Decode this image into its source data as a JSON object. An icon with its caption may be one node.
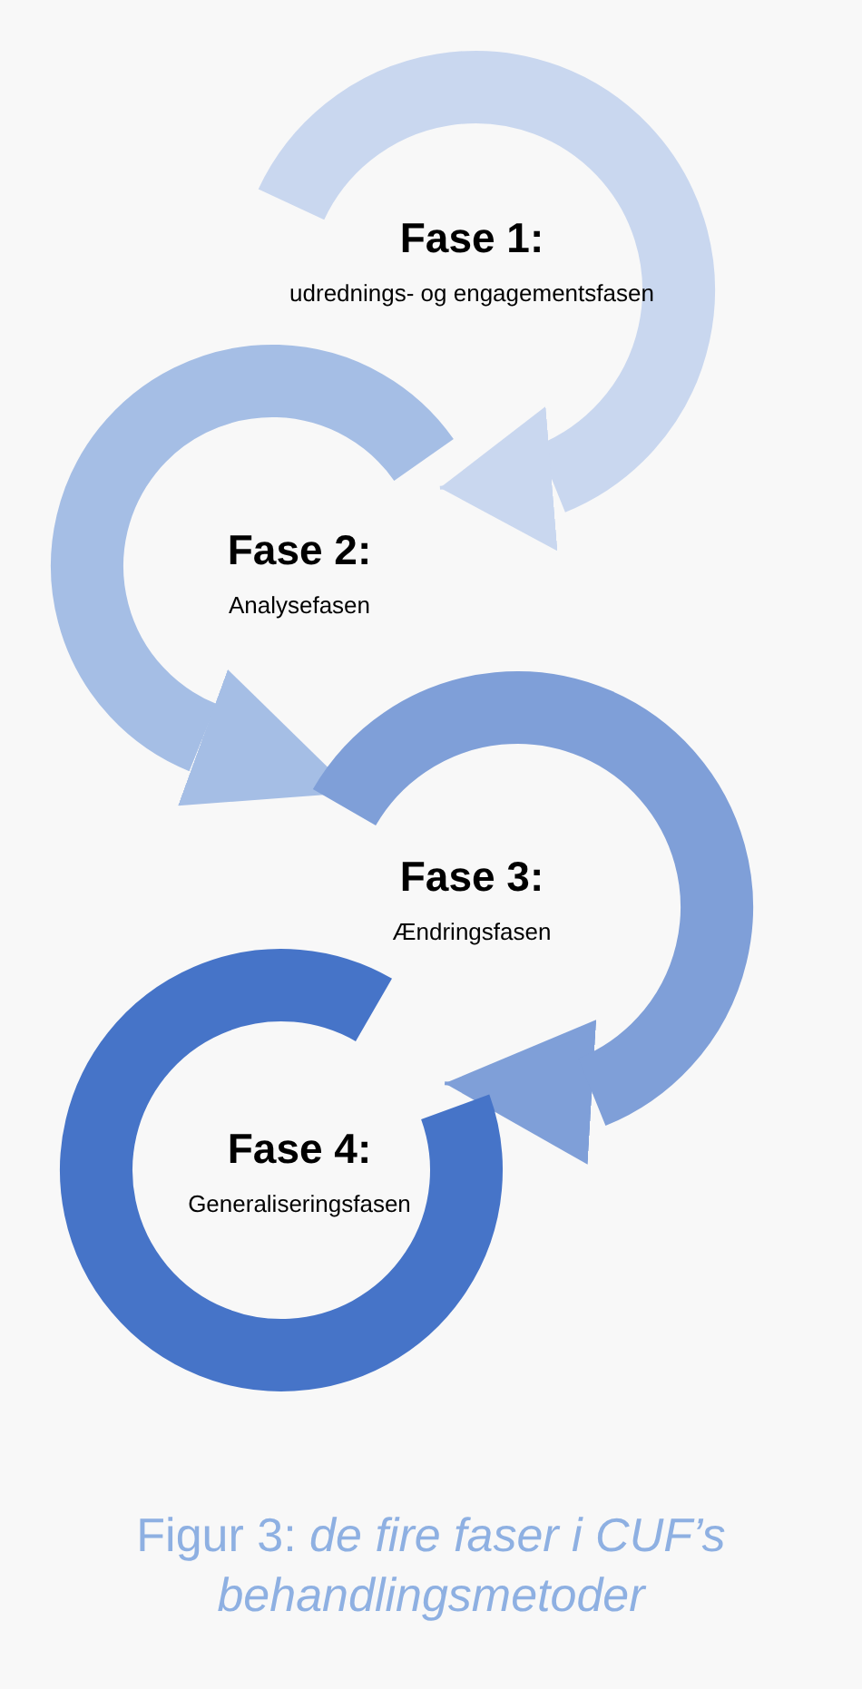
{
  "diagram": {
    "caption": "Figur 3: *de fire faser i CUF’s behandlingsmetoder*",
    "nodes": [
      {
        "text": [
          "Fase 1:",
          "udrednings- og engagementsfasen"
        ]
      },
      {
        "text": [
          "Fase 2:",
          "Analysefasen"
        ]
      },
      {
        "text": [
          "Fase 3:",
          "Ændringsfasen"
        ]
      },
      {
        "text": [
          "Fase 4:",
          "Generaliseringsfasen"
        ]
      }
    ],
    "edges": [
      {
        "from": 0,
        "to": 1,
        "arrow": "to"
      },
      {
        "from": 1,
        "to": 2,
        "arrow": "to"
      },
      {
        "from": 2,
        "to": 3,
        "arrow": "to"
      }
    ]
  }
}
